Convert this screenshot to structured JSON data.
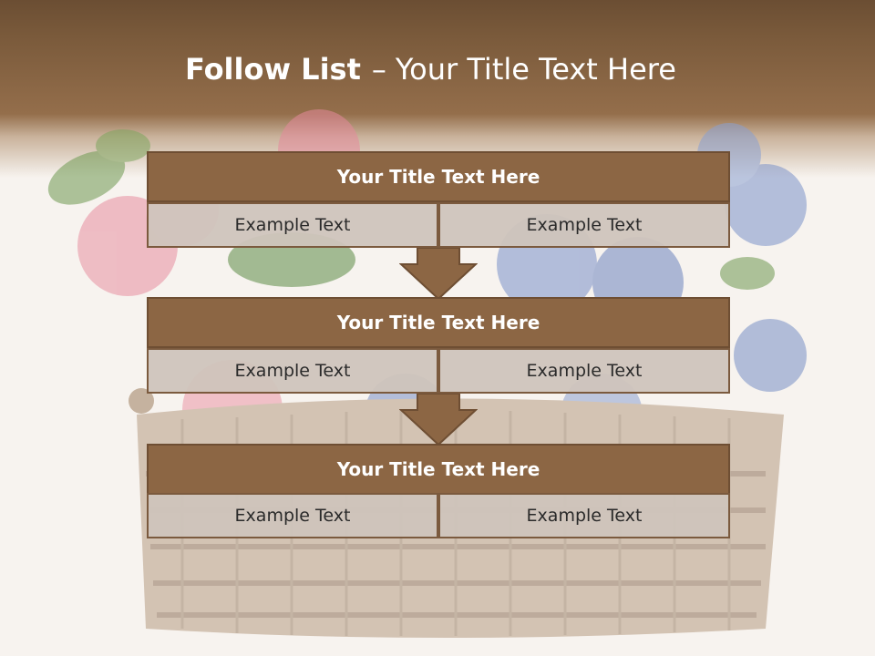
{
  "slide": {
    "title_bold": "Follow List",
    "title_dash": "–",
    "title_rest": "Your Title Text Here"
  },
  "blocks": [
    {
      "title": "Your Title Text Here",
      "left_text": "Example Text",
      "right_text": "Example Text"
    },
    {
      "title": "Your Title Text Here",
      "left_text": "Example Text",
      "right_text": "Example Text"
    },
    {
      "title": "Your Title Text Here",
      "left_text": "Example Text",
      "right_text": "Example Text"
    }
  ],
  "colors": {
    "header_brown": "#7a5a3b",
    "block_title": "#8c6644",
    "cell_fill": "#cfc4bc",
    "arrow_fill": "#8c6644"
  }
}
